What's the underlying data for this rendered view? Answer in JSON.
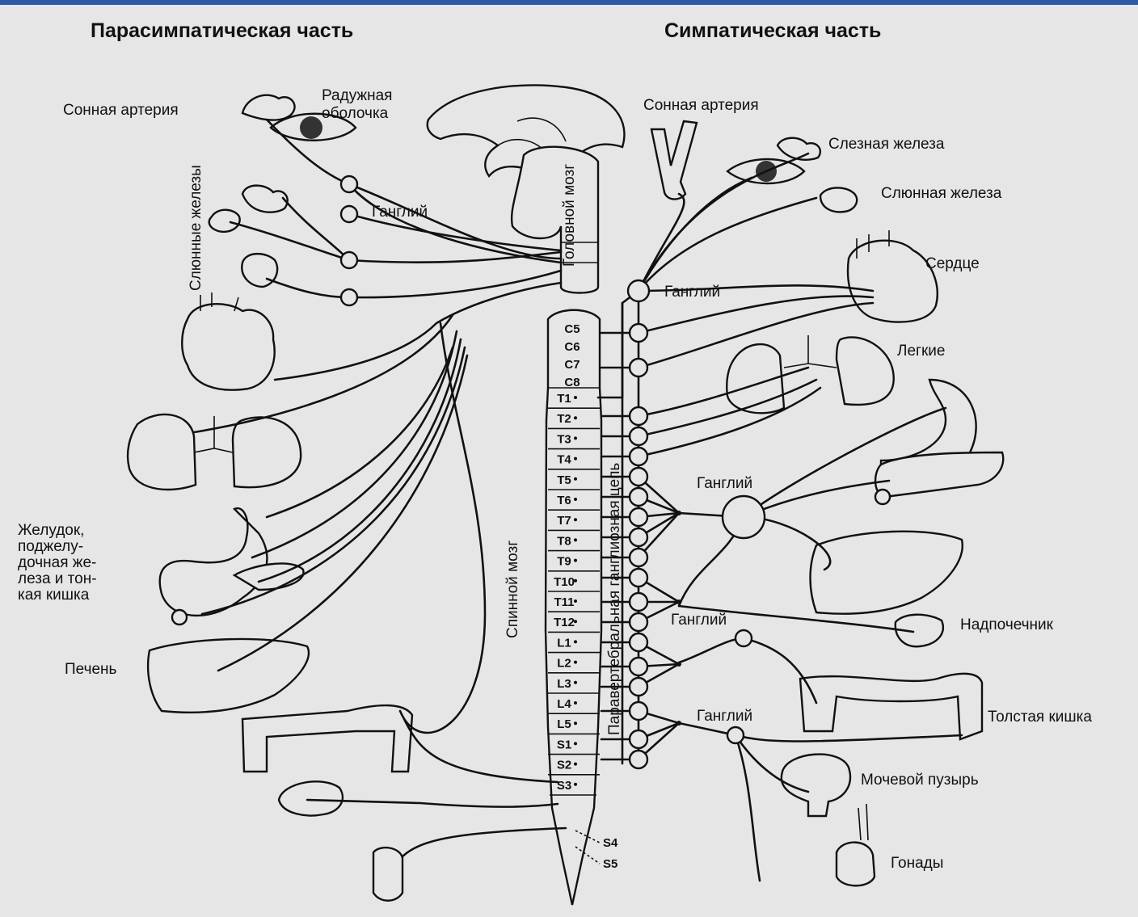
{
  "headers": {
    "parasympathetic": "Парасимпатическая часть",
    "sympathetic": "Симпатическая часть"
  },
  "left_labels": {
    "carotid": "Сонная артерия",
    "iris": [
      "Радужная",
      "оболочка"
    ],
    "ganglion": "Ганглий",
    "brain": "Головной мозг",
    "salivary": "Слюнные железы",
    "stomach": [
      "Желудок,",
      "поджелу-",
      "дочная же-",
      "леза и тон-",
      "кая кишка"
    ],
    "liver": "Печень",
    "spinal_cord": "Спинной мозг",
    "chain": "Паравертебральная ганглиозная цепь"
  },
  "right_labels": {
    "carotid": "Сонная артерия",
    "lacrimal": "Слезная железа",
    "salivary": "Слюнная железа",
    "heart": "Сердце",
    "ganglion1": "Ганглий",
    "lungs": "Легкие",
    "ganglion2": "Ганглий",
    "adrenal": "Надпочечник",
    "ganglion3": "Ганглий",
    "ganglion4": "Ганглий",
    "colon": "Толстая кишка",
    "bladder": "Мочевой пузырь",
    "gonads": "Гонады"
  },
  "segments": {
    "cervical": [
      "C5",
      "C6",
      "C7",
      "C8"
    ],
    "thoracic": [
      "T1",
      "T2",
      "T3",
      "T4",
      "T5",
      "T6",
      "T7",
      "T8",
      "T9",
      "T10",
      "T11",
      "T12"
    ],
    "lumbar": [
      "L1",
      "L2",
      "L3",
      "L4",
      "L5"
    ],
    "sacral": [
      "S1",
      "S2",
      "S3"
    ],
    "sacral_tail": [
      "S4",
      "S5"
    ]
  }
}
